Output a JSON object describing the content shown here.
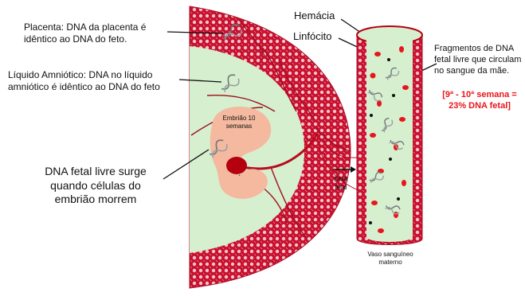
{
  "labels": {
    "placenta": "Placenta: DNA da placenta é\nidêntico ao DNA do feto.",
    "amniotic": "Líquido Amniótico: DNA no líquido\namniótico é idêntico ao DNA do feto",
    "embryo_death": "DNA  fetal livre surge\nquando  células do\nembrião morrem",
    "embryo": "Embrião 10\nsemanas",
    "hemacia": "Hemácia",
    "linfocito": "Linfócito",
    "fragments": "Fragmentos de DNA\nfetal livre que circulam\nno sangue da mãe.",
    "percentage": "[9ª - 10ª semana =\n23% DNA fetal]",
    "dna_fetal": "DNA\nfetal",
    "vessel": "Vaso sanguíneo\nmaterno"
  },
  "colors": {
    "placenta_red": "#c8102e",
    "amniotic_green": "#d6efcf",
    "embryo_skin": "#f4b99f",
    "rbc_red": "#e8161b",
    "lymphocyte_black": "#111111",
    "dna_gray": "#8a8f94",
    "percentage_red": "#e8161b"
  }
}
